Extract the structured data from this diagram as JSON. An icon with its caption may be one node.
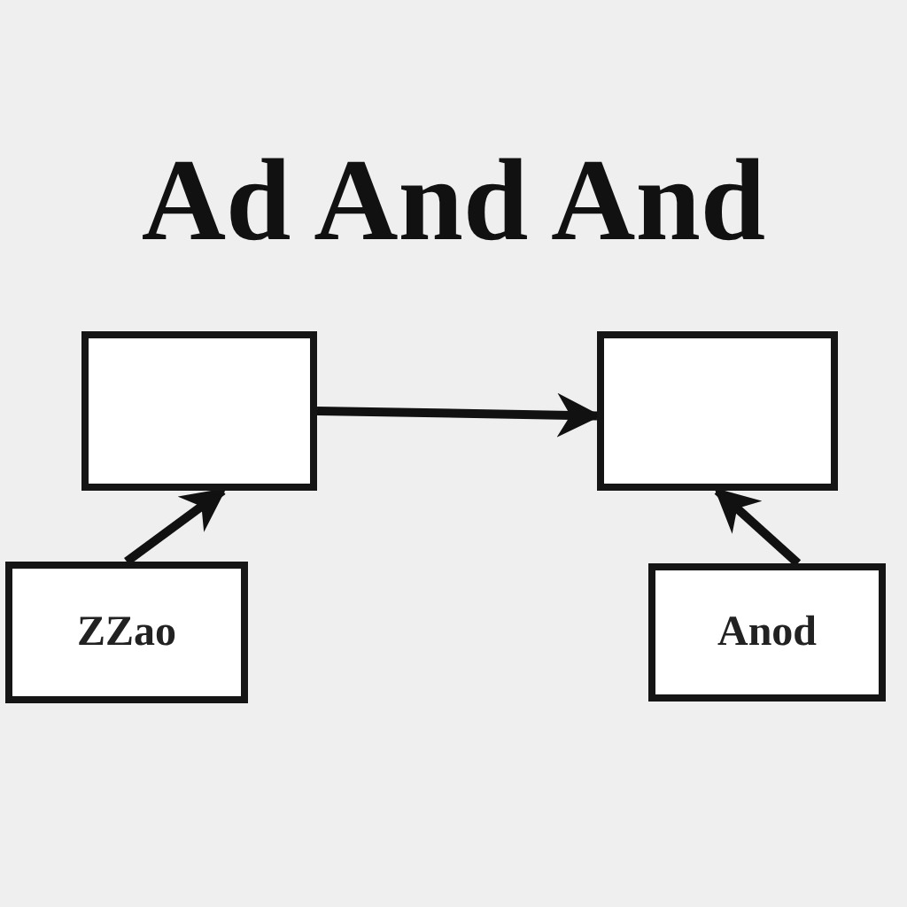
{
  "diagram": {
    "title": "Ad And And",
    "nodes": [
      {
        "text": [],
        "shape": "box"
      },
      {
        "text": [],
        "shape": "box"
      },
      {
        "text": [
          "ZZao"
        ]
      },
      {
        "text": [
          "Anod"
        ]
      }
    ],
    "edges": [
      {
        "from": 2,
        "to": 0,
        "arrow": "to"
      },
      {
        "from": 3,
        "to": 1,
        "arrow": "to"
      },
      {
        "from": 0,
        "to": 1,
        "arrow": "to"
      }
    ]
  }
}
